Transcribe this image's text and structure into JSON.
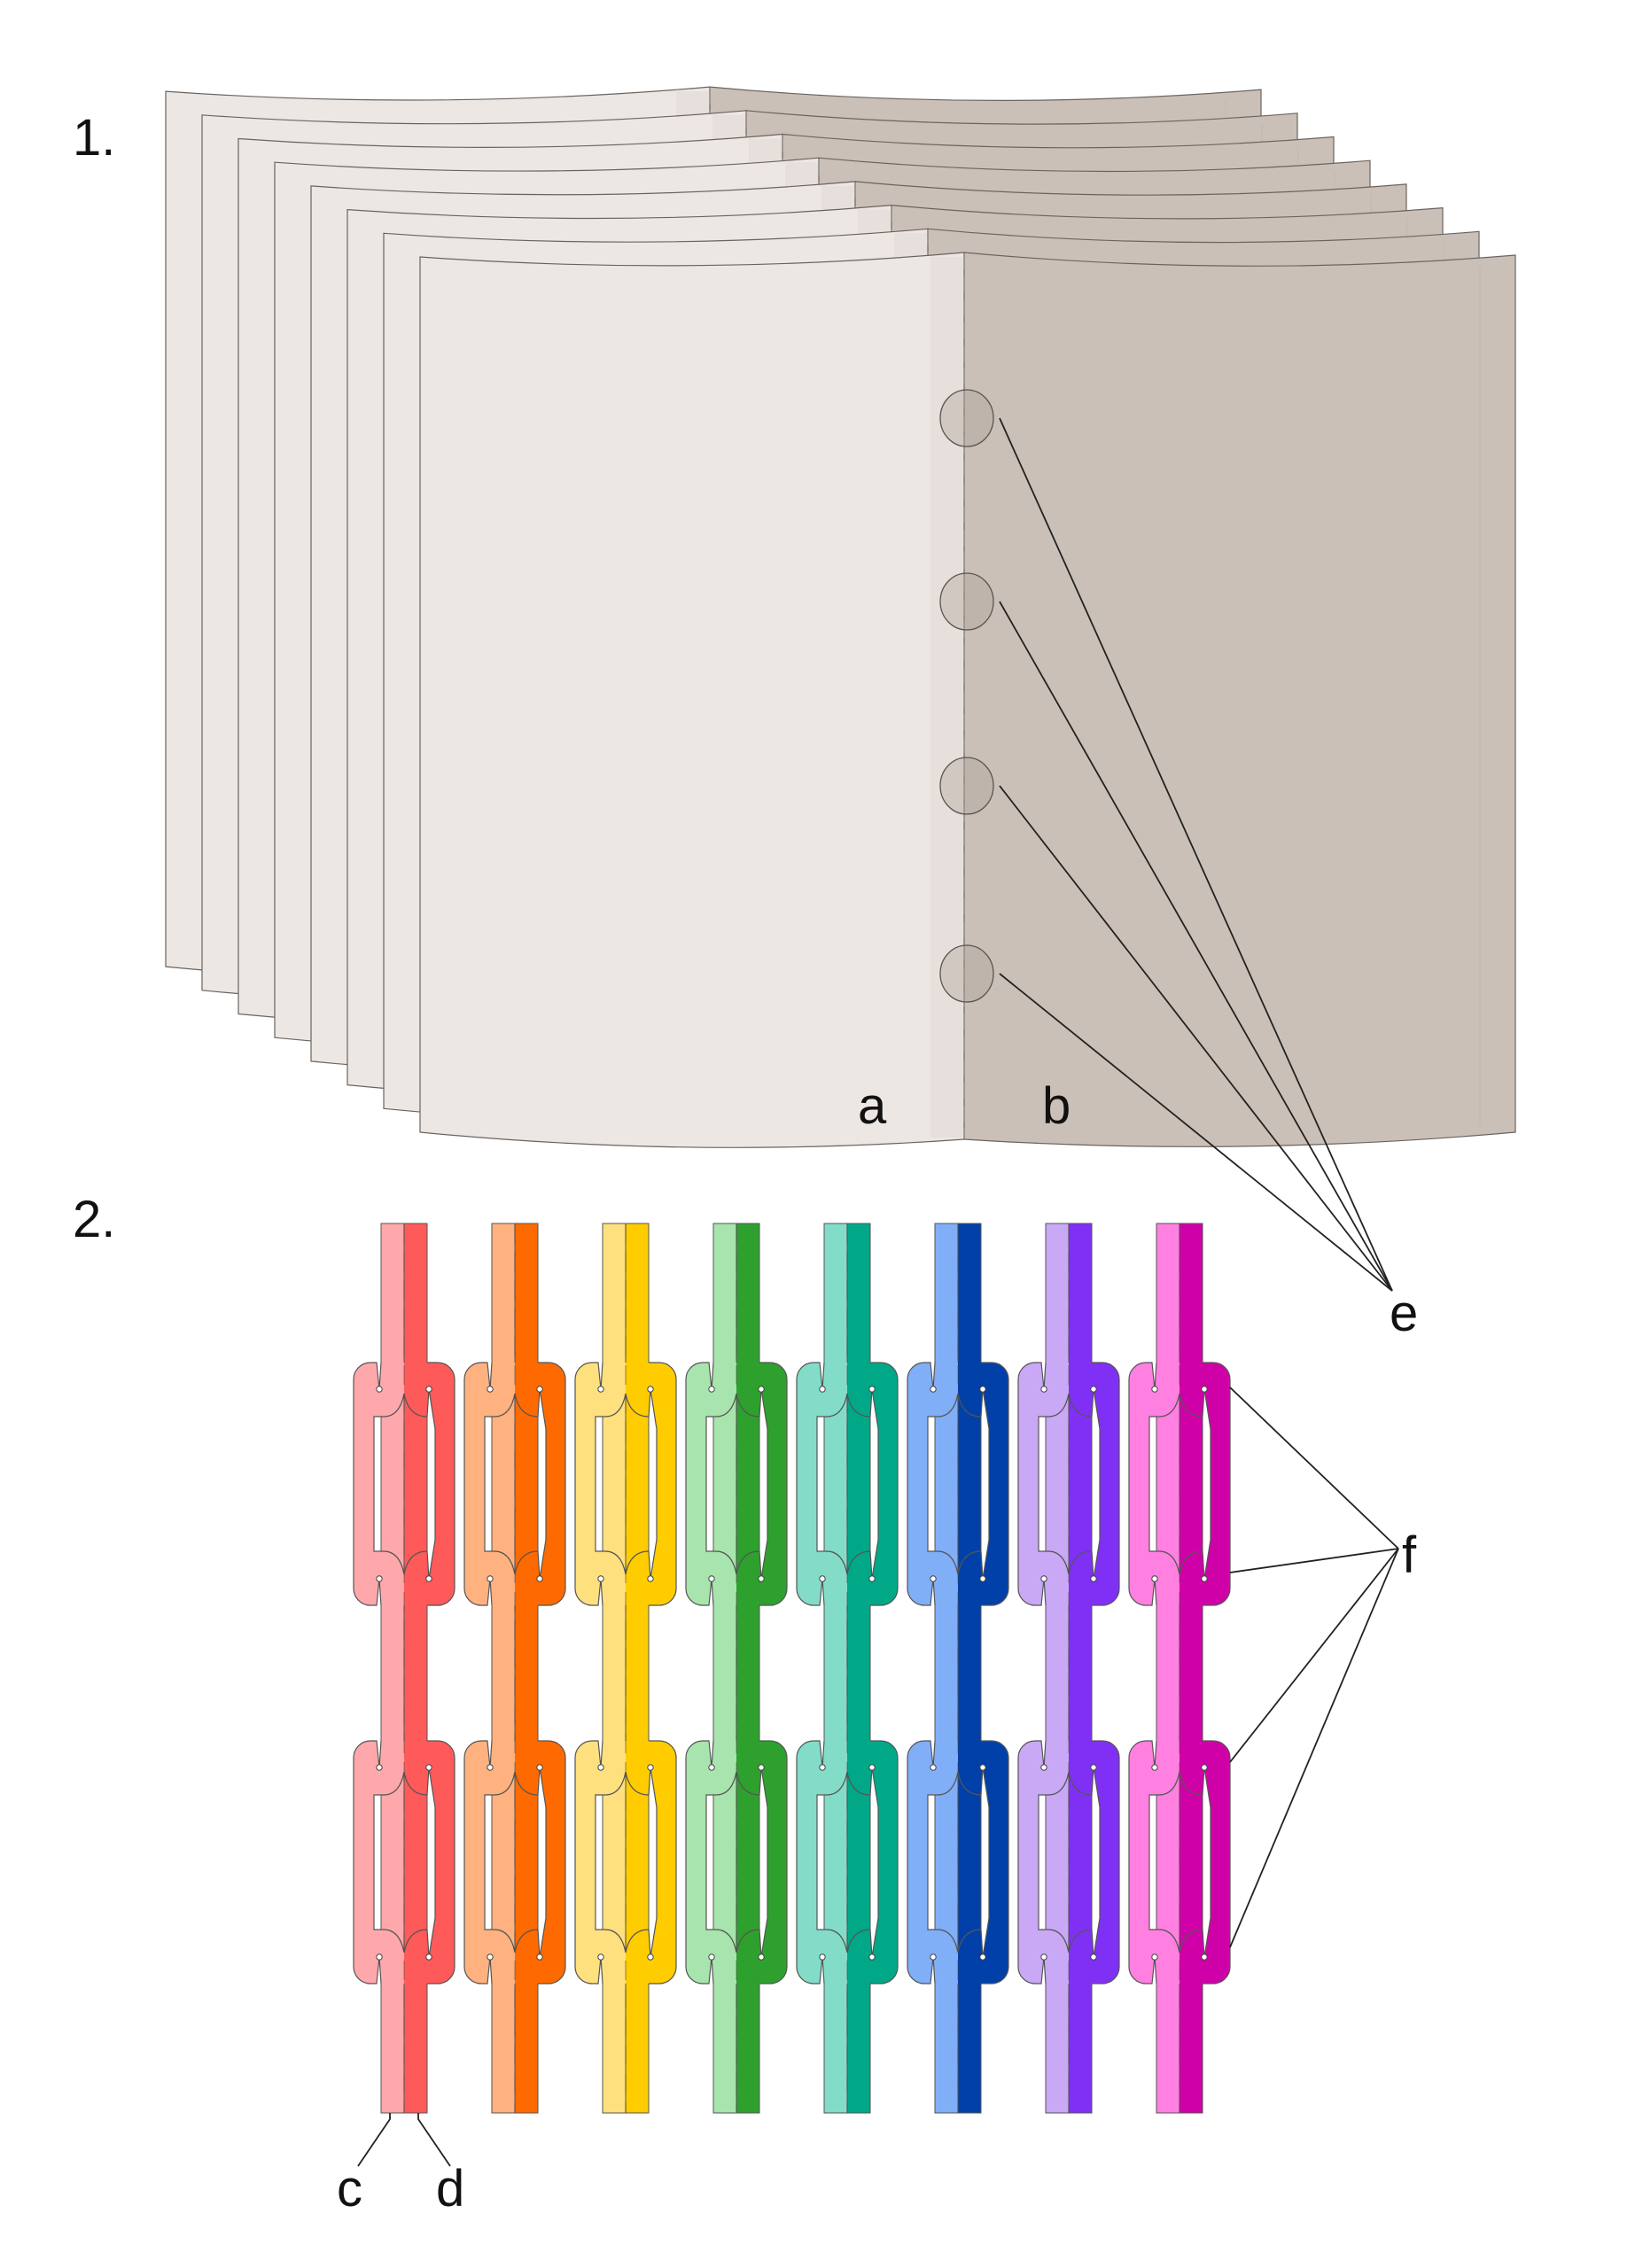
{
  "figure1": {
    "label": "1.",
    "page_count": 8,
    "left_page_label": "a",
    "right_page_label": "b",
    "hole_label": "e",
    "hole_count": 4,
    "colors": {
      "left_page": "#ede7e4",
      "right_page": "#cbc0b8",
      "outline": "#6a6460"
    }
  },
  "figure2": {
    "label": "2.",
    "light_strip_label": "c",
    "dark_strip_label": "d",
    "link_label": "f",
    "links_per_chain": 2,
    "chains": [
      {
        "name": "red",
        "light": "#ffa8ab",
        "dark": "#ff5a5a"
      },
      {
        "name": "orange",
        "light": "#ffb27f",
        "dark": "#ff6a00"
      },
      {
        "name": "yellow",
        "light": "#ffe07e",
        "dark": "#ffcc00"
      },
      {
        "name": "green",
        "light": "#a8e4ad",
        "dark": "#2ea02e"
      },
      {
        "name": "teal",
        "light": "#82dcc8",
        "dark": "#00a888"
      },
      {
        "name": "blue",
        "light": "#80aef7",
        "dark": "#0040a8"
      },
      {
        "name": "purple",
        "light": "#c9a8f5",
        "dark": "#8030f5"
      },
      {
        "name": "pink",
        "light": "#ff80e0",
        "dark": "#d000a8"
      }
    ]
  }
}
